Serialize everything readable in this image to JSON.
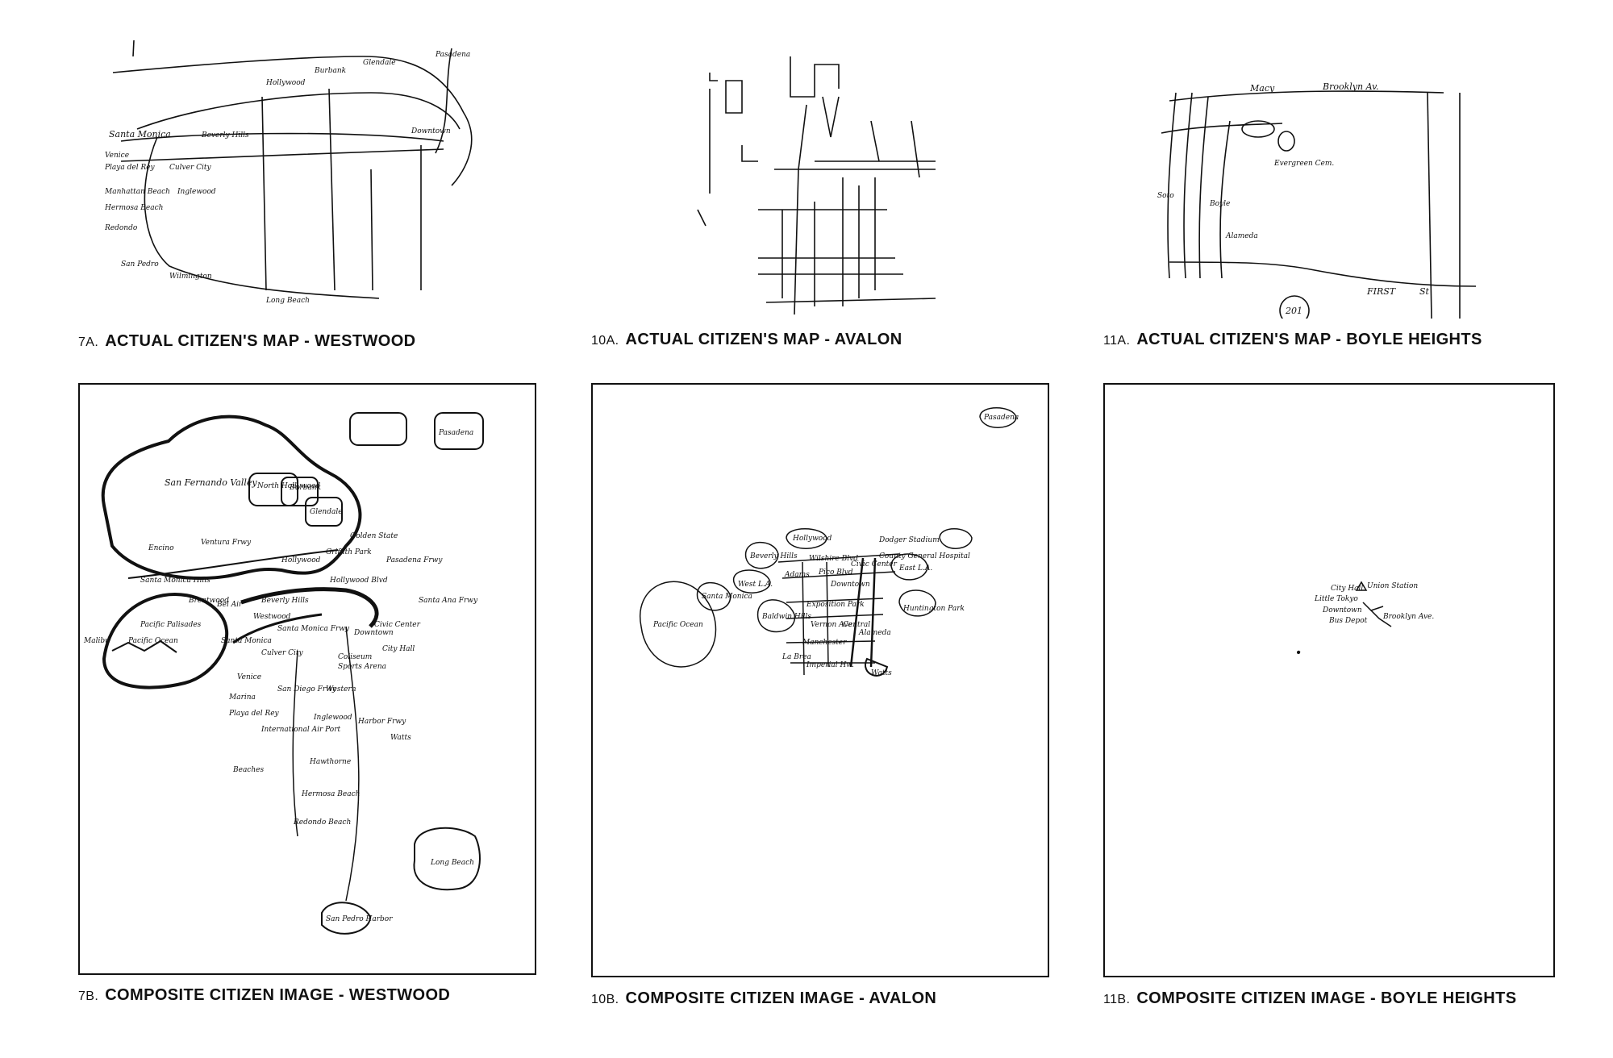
{
  "captions": {
    "c7a": {
      "num": "7A.",
      "text": "ACTUAL CITIZEN'S MAP - WESTWOOD"
    },
    "c10a": {
      "num": "10A.",
      "text": "ACTUAL CITIZEN'S MAP - AVALON"
    },
    "c11a": {
      "num": "11A.",
      "text": "ACTUAL CITIZEN'S MAP - BOYLE HEIGHTS"
    },
    "c7b": {
      "num": "7B.",
      "text": "COMPOSITE CITIZEN IMAGE - WESTWOOD"
    },
    "c10b": {
      "num": "10B.",
      "text": "COMPOSITE CITIZEN IMAGE - AVALON"
    },
    "c11b": {
      "num": "11B.",
      "text": "COMPOSITE CITIZEN IMAGE - BOYLE HEIGHTS"
    }
  },
  "map7a": {
    "labels": [
      "Santa Monica",
      "Venice",
      "Playa del Rey",
      "Culver City",
      "Inglewood",
      "San Pedro",
      "Long Beach",
      "Wilmington",
      "Redondo",
      "Hermosa Beach",
      "Manhattan Beach",
      "Beverly Hills",
      "Hollywood",
      "Downtown",
      "Pasadena",
      "Glendale",
      "Burbank"
    ]
  },
  "map11a": {
    "labels": [
      "Macy",
      "Brooklyn Av.",
      "FIRST",
      "St",
      "Soto",
      "Boyle",
      "Alameda",
      "Evergreen Cem."
    ],
    "annotation": "201"
  },
  "map7b": {
    "labels": [
      "San Fernando Valley",
      "North Hollywood",
      "Burbank",
      "Glendale",
      "Pasadena",
      "Encino",
      "Ventura Frwy",
      "Santa Monica Hills",
      "Bel Air",
      "Beverly Hills",
      "Brentwood",
      "Pacific Palisades",
      "Malibu",
      "Santa Monica",
      "Venice",
      "Culver City",
      "Marina",
      "Playa del Rey",
      "International Air Port",
      "Inglewood",
      "Hawthorne",
      "Beaches",
      "Hermosa Beach",
      "Redondo Beach",
      "Long Beach",
      "San Pedro Harbor",
      "Pacific Ocean",
      "Watts",
      "Harbor Frwy",
      "Golden State",
      "Pasadena Frwy",
      "Santa Ana Frwy",
      "Hollywood Blvd",
      "Santa Monica Frwy",
      "San Diego Frwy",
      "Downtown",
      "Coliseum",
      "Sports Arena",
      "City Hall",
      "Civic Center",
      "Hollywood",
      "Westwood",
      "Griffith Park",
      "Western"
    ]
  },
  "map10b": {
    "labels": [
      "Pacific Ocean",
      "Santa Monica",
      "West L.A.",
      "Beverly Hills",
      "Hollywood",
      "Baldwin Hills",
      "Wilshire Blvd",
      "Adams",
      "Pico Blvd",
      "Downtown",
      "Civic Center",
      "Dodger Stadium",
      "County General Hospital",
      "East L.A.",
      "Exposition Park",
      "Vernon Ave.",
      "Manchester",
      "Imperial Hw.",
      "Huntington Park",
      "Watts",
      "La Brea",
      "Pasadena",
      "Central",
      "Alameda"
    ]
  },
  "map11b": {
    "labels": [
      "City Hall",
      "Union Station",
      "Little Tokyo",
      "Brooklyn Ave.",
      "Downtown",
      "Bus Depot"
    ]
  }
}
